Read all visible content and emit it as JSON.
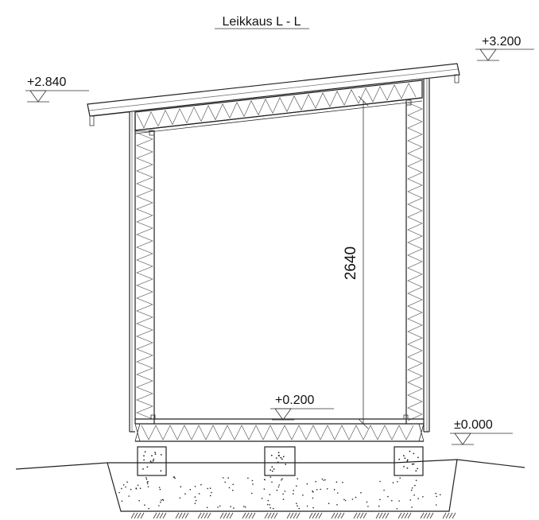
{
  "title": "Leikkaus L - L",
  "levels": {
    "ridge_high": "+3.200",
    "eave_low": "+2.840",
    "floor": "+0.200",
    "ground": "±0.000"
  },
  "dimension": "2640"
}
